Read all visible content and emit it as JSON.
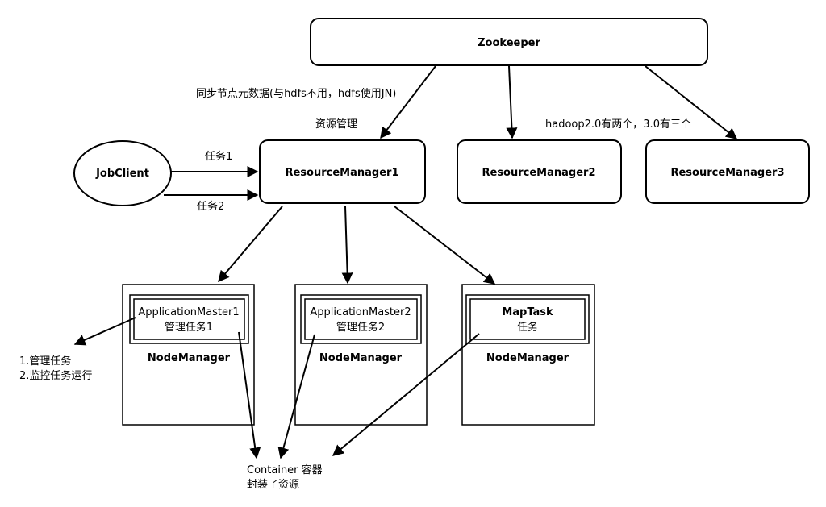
{
  "nodes": {
    "zookeeper": "Zookeeper",
    "rm1": "ResourceManager1",
    "rm2": "ResourceManager2",
    "rm3": "ResourceManager3",
    "jobclient": "JobClient",
    "am1": {
      "title": "ApplicationMaster1",
      "sub": "管理任务1"
    },
    "am2": {
      "title": "ApplicationMaster2",
      "sub": "管理任务2"
    },
    "maptask": {
      "title": "MapTask",
      "sub": "任务"
    },
    "nodemanager1": "NodeManager",
    "nodemanager2": "NodeManager",
    "nodemanager3": "NodeManager"
  },
  "labels": {
    "sync": "同步节点元数据(与hdfs不用，hdfs使用JN)",
    "resource_mgmt": "资源管理",
    "rm_count": "hadoop2.0有两个，3.0有三个",
    "task1": "任务1",
    "task2": "任务2",
    "am_duty_1": "1.管理任务",
    "am_duty_2": "2.监控任务运行",
    "container_1": "Container 容器",
    "container_2": "封装了资源"
  }
}
